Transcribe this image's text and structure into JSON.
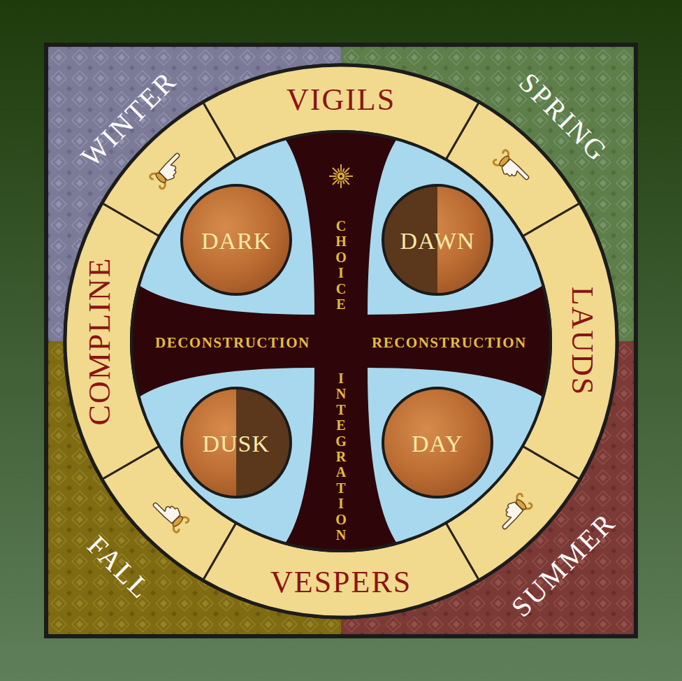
{
  "diagram": {
    "nodes": [
      {
        "text": [
          "WINTER"
        ]
      },
      {
        "text": [
          "SPRING"
        ]
      },
      {
        "text": [
          "FALL"
        ]
      },
      {
        "text": [
          "SUMMER"
        ]
      },
      {
        "text": [
          "VIGILS"
        ]
      },
      {
        "text": [
          "LAUDS"
        ]
      },
      {
        "text": [
          "VESPERS"
        ]
      },
      {
        "text": [
          "COMPLINE"
        ]
      },
      {
        "text": [
          "CHOICE",
          "DECONSTRUCTION",
          "RECONSTRUCTION",
          "INTEGRATION"
        ]
      },
      {
        "text": [
          "DARK"
        ]
      },
      {
        "text": [
          "DAWN"
        ]
      },
      {
        "text": [
          "DUSK"
        ]
      },
      {
        "text": [
          "DAY"
        ]
      }
    ]
  }
}
